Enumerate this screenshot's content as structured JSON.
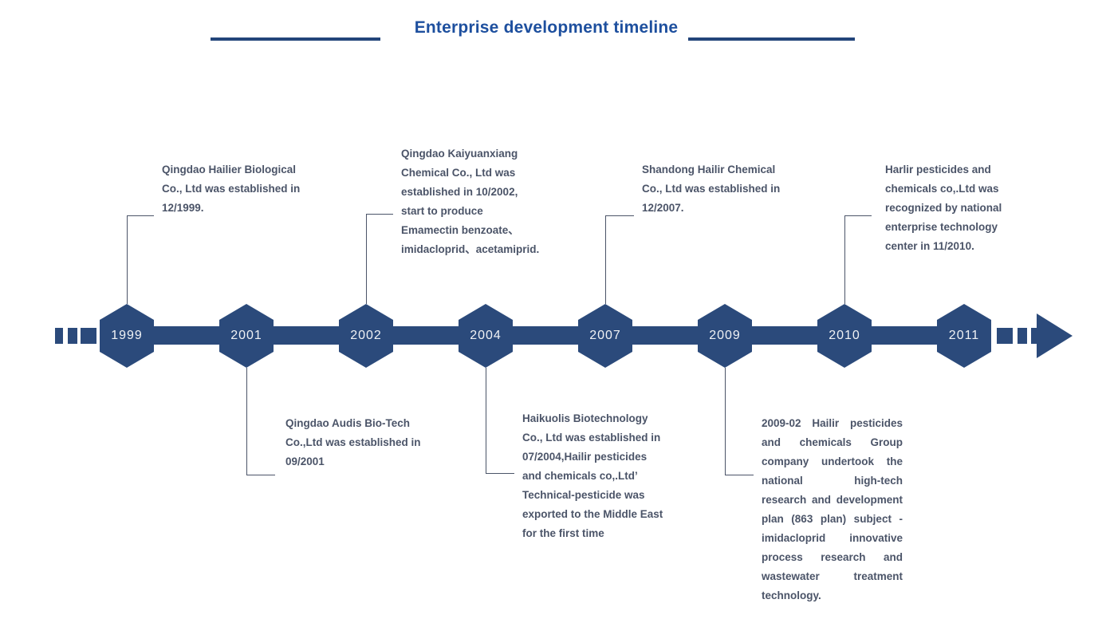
{
  "title": {
    "text": "Enterprise development timeline"
  },
  "colors": {
    "navy": "#2b4a7b",
    "title_blue": "#1d4f9e",
    "body_text": "#4b5468",
    "year_text": "#f0f2f5"
  },
  "events": [
    {
      "year": "1999",
      "position": "above",
      "lines": [
        "Qingdao Hailier Biological",
        "Co., Ltd was established in",
        "12/1999."
      ]
    },
    {
      "year": "2001",
      "position": "below",
      "lines": [
        "Qingdao Audis Bio-Tech",
        "Co.,Ltd was established in",
        "09/2001"
      ]
    },
    {
      "year": "2002",
      "position": "above",
      "lines": [
        "Qingdao Kaiyuanxiang",
        "Chemical Co., Ltd was",
        "established in 10/2002,",
        "start to produce",
        "Emamectin benzoate、",
        "imidacloprid、acetamiprid."
      ]
    },
    {
      "year": "2004",
      "position": "below",
      "lines": [
        "Haikuolis Biotechnology",
        "Co., Ltd was established in",
        "07/2004,Hailir pesticides",
        "and chemicals co,.Ltd’",
        "Technical-pesticide was",
        "exported to the Middle East",
        "for the first time"
      ]
    },
    {
      "year": "2007",
      "position": "above",
      "lines": [
        "Shandong Hailir Chemical",
        "Co., Ltd was established in",
        "12/2007."
      ]
    },
    {
      "year": "2009",
      "position": "below",
      "lines": [
        "2009-02 Hailir pesticides",
        "and chemicals Group",
        "company undertook the",
        "national high-tech",
        "research and development",
        "plan (863 plan) subject -",
        "imidacloprid innovative",
        "process research and",
        "wastewater treatment",
        "technology."
      ]
    },
    {
      "year": "2010",
      "position": "above",
      "lines": [
        "Harlir pesticides and",
        "chemicals co,.Ltd was",
        "recognized by national",
        "enterprise technology",
        "center in 11/2010."
      ]
    },
    {
      "year": "2011",
      "position": "none",
      "lines": []
    }
  ]
}
